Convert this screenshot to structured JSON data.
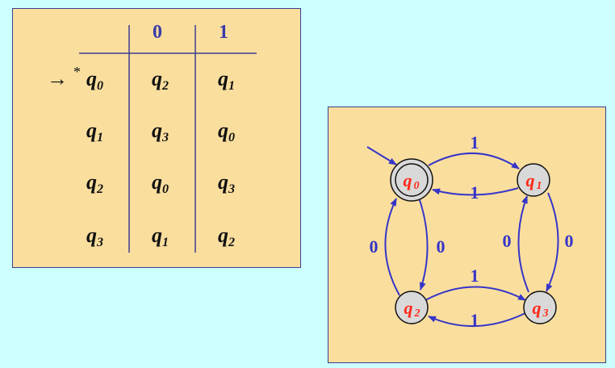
{
  "transition_table": {
    "columns": [
      "0",
      "1"
    ],
    "start_marker": "→",
    "accept_marker": "*",
    "rows": [
      {
        "state": "q",
        "sub": "0",
        "on0": {
          "s": "q",
          "sub": "2"
        },
        "on1": {
          "s": "q",
          "sub": "1"
        }
      },
      {
        "state": "q",
        "sub": "1",
        "on0": {
          "s": "q",
          "sub": "3"
        },
        "on1": {
          "s": "q",
          "sub": "0"
        }
      },
      {
        "state": "q",
        "sub": "2",
        "on0": {
          "s": "q",
          "sub": "0"
        },
        "on1": {
          "s": "q",
          "sub": "3"
        }
      },
      {
        "state": "q",
        "sub": "3",
        "on0": {
          "s": "q",
          "sub": "1"
        },
        "on1": {
          "s": "q",
          "sub": "2"
        }
      }
    ]
  },
  "diagram": {
    "states": [
      {
        "letter": "q",
        "sub": "0"
      },
      {
        "letter": "q",
        "sub": "1"
      },
      {
        "letter": "q",
        "sub": "2"
      },
      {
        "letter": "q",
        "sub": "3"
      }
    ],
    "edge_labels": {
      "q0_q1": "1",
      "q1_q0": "1",
      "q2_q3": "1",
      "q3_q2": "1",
      "q0_q2": "0",
      "q2_q0": "0",
      "q1_q3": "0",
      "q3_q1": "0"
    }
  },
  "colors": {
    "background": "#ccfffe",
    "panel": "#fade9e",
    "edge": "#3535c8",
    "state_text": "#ff2a1a",
    "state_fill": "#d9d9d9"
  }
}
